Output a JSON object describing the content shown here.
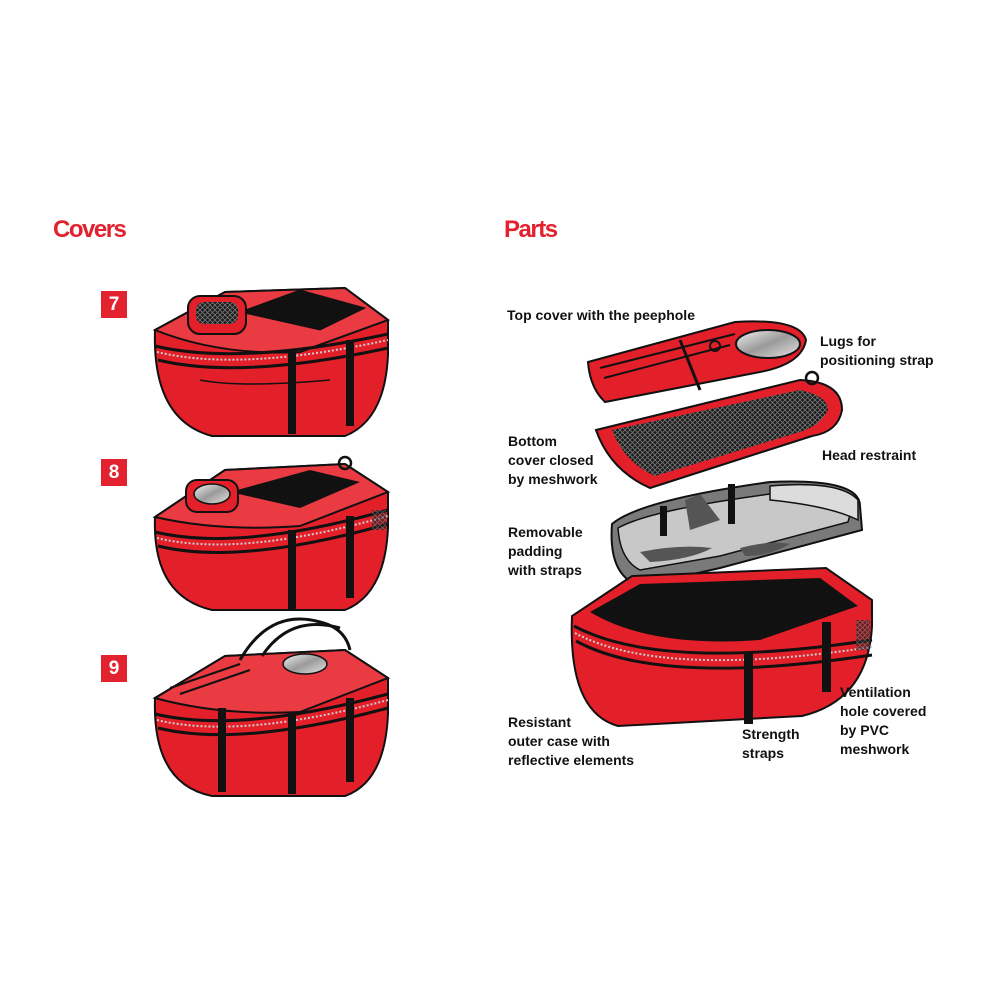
{
  "sections": {
    "covers_title": "Covers",
    "parts_title": "Parts"
  },
  "covers": {
    "steps": [
      "7",
      "8",
      "9"
    ]
  },
  "parts": {
    "labels": {
      "top_cover": "Top cover with the peephole",
      "lugs": "Lugs for\npositioning strap",
      "bottom_cover": "Bottom\ncover closed\nby meshwork",
      "head_restraint": "Head restraint",
      "padding": "Removable\npadding\nwith straps",
      "ventilation": "Ventilation\nhole covered\nby PVC\nmeshwork",
      "outer_case": "Resistant\nouter case with\nreflective elements",
      "strength_straps": "Strength\nstraps"
    }
  },
  "colors": {
    "accent": "#e2222f",
    "bag_red": "#e3202a",
    "strap": "#1a1a1a",
    "padding_gray": "#c8c8c8"
  }
}
